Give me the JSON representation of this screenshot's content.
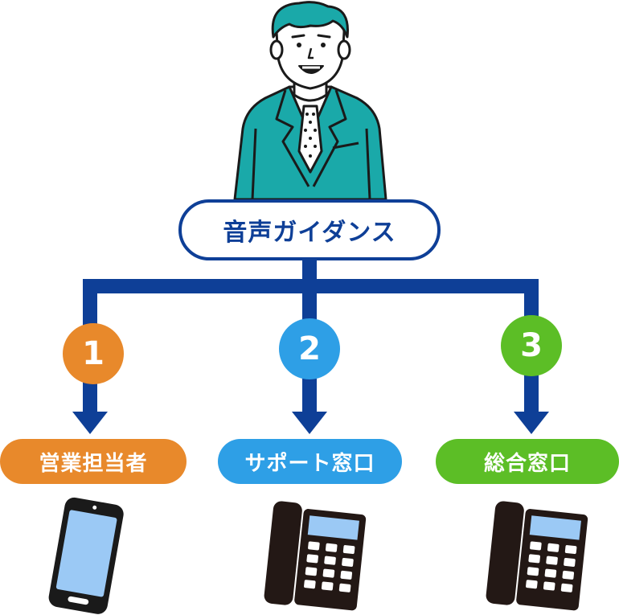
{
  "guidance": {
    "label": "音声ガイダンス"
  },
  "options": [
    {
      "number": "1",
      "label": "営業担当者",
      "color": "#E8892B",
      "device": "smartphone-icon"
    },
    {
      "number": "2",
      "label": "サポート窓口",
      "color": "#2E9FE6",
      "device": "desk-phone-icon"
    },
    {
      "number": "3",
      "label": "総合窓口",
      "color": "#5CBE26",
      "device": "desk-phone-icon"
    }
  ],
  "colors": {
    "line": "#0E3F97",
    "suit": "#1AA9A9",
    "hair": "#1AA9A9",
    "outline": "#1A1A1A"
  }
}
